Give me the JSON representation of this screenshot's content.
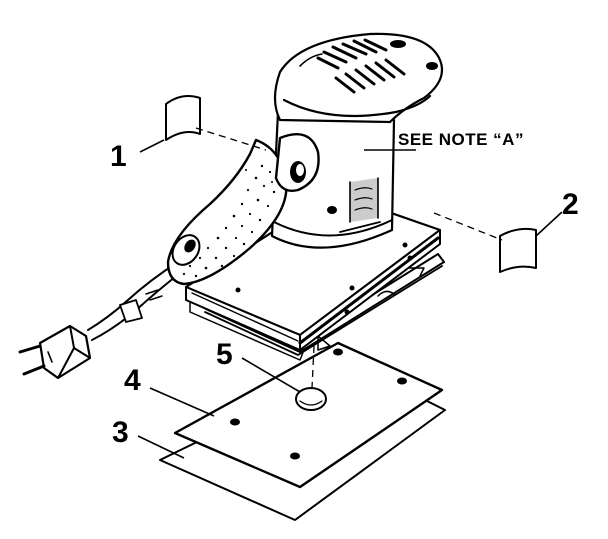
{
  "note_label": "SEE NOTE “A”",
  "callouts": {
    "c1": "1",
    "c2": "2",
    "c3": "3",
    "c4": "4",
    "c5": "5"
  },
  "parts": {
    "main_icon": "orbital-sander-icon",
    "label_left_icon": "label-sticker-icon",
    "label_right_icon": "label-sticker-icon",
    "pad_icon": "perforated-pad-icon",
    "paper_icon": "sanding-paper-icon",
    "bumper_icon": "rubber-bumper-icon",
    "plug_icon": "power-plug-icon"
  }
}
